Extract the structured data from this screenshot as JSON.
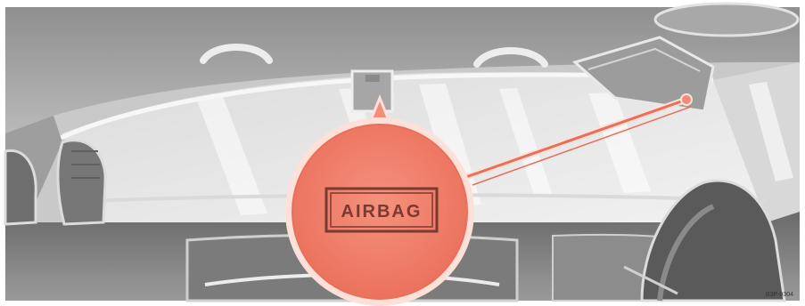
{
  "illustration": {
    "callout_label": "AIRBAG",
    "image_code": "B3P-0304",
    "colors": {
      "callout_fill": "#f2836e",
      "callout_edge": "#fde1d8",
      "callout_text": "#7a3a30",
      "interior_light": "#ececec",
      "interior_mid": "#bdbdbd",
      "interior_dark": "#5d5d5d",
      "windshield": "#e6e6e6"
    },
    "icons": [
      "rearview-mirror",
      "sun-visor",
      "grab-handle",
      "seat-headrest",
      "steering-wheel"
    ]
  }
}
